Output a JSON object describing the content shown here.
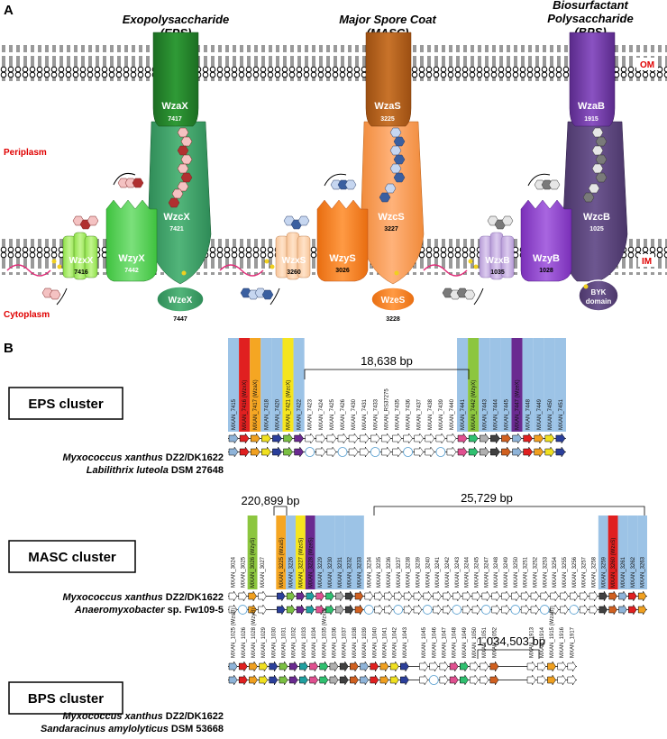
{
  "panelA": {
    "letter": "A",
    "headers": {
      "eps": {
        "line1": "Exopolysaccharide",
        "line2": "(EPS)"
      },
      "masc": {
        "line1": "Major Spore Coat",
        "line2": "(MASC)"
      },
      "bps": {
        "line1": "Biosurfactant",
        "line2": "Polysaccharide",
        "line3": "(BPS)"
      }
    },
    "membrane_labels": {
      "om": "OM",
      "im": "IM",
      "periplasm": "Periplasm",
      "cytoplasm": "Cytoplasm"
    },
    "colors": {
      "eps": "#1e8a2a",
      "masc": "#e8761c",
      "bps": "#6b3fa0",
      "red_label": "#e00000"
    },
    "eps": {
      "wza": {
        "name": "WzaX",
        "id": "7417"
      },
      "wzc": {
        "name": "WzcX",
        "id": "7421"
      },
      "wzy": {
        "name": "WzyX",
        "id": "7442"
      },
      "wzx": {
        "name": "WzxX",
        "id": "7416"
      },
      "wze": {
        "name": "WzeX",
        "id": "7447"
      }
    },
    "masc": {
      "wza": {
        "name": "WzaS",
        "id": "3225"
      },
      "wzc": {
        "name": "WzcS",
        "id": "3227"
      },
      "wzy": {
        "name": "WzyS",
        "id": "3026"
      },
      "wzx": {
        "name": "WzxS",
        "id": "3260"
      },
      "wze": {
        "name": "WzeS",
        "id": "3228"
      }
    },
    "bps": {
      "wza": {
        "name": "WzaB",
        "id": "1915"
      },
      "wzc": {
        "name": "WzcB",
        "id": "1025"
      },
      "wzy": {
        "name": "WzyB",
        "id": "1028"
      },
      "wzx": {
        "name": "WzxB",
        "id": "1035"
      },
      "byk": {
        "line1": "BYK",
        "line2": "domain"
      }
    }
  },
  "panelB": {
    "letter": "B",
    "eps": {
      "title": "EPS cluster",
      "gap_label": "18,638 bp",
      "genes": [
        "MXAN_7415",
        "MXAN_7416 (WzxX)",
        "MXAN_7417 (WzaX)",
        "MXAN_7418",
        "MXAN_7420",
        "MXAN_7421 (WzcX)",
        "MXAN_7422",
        "MXAN_7423",
        "MXAN_7424",
        "MXAN_7425",
        "MXAN_7426",
        "MXAN_7430",
        "MXAN_7431",
        "MXAN_7433",
        "MXAN_RS37275",
        "MXAN_7435",
        "MXAN_7436",
        "MXAN_7437",
        "MXAN_7438",
        "MXAN_7439",
        "MXAN_7440",
        "MXAN_7441",
        "MXAN_7442 (WzyX)",
        "MXAN_7443",
        "MXAN_7444",
        "MXAN_7445",
        "MXAN_7447 (WzeX)",
        "MXAN_7448",
        "MXAN_7449",
        "MXAN_7450",
        "MXAN_7451"
      ],
      "organism1": {
        "species": "Myxococcus xanthus",
        "strain": "DZ2/DK1622"
      },
      "organism2": {
        "species": "Labilithrix luteola",
        "strain": "DSM 27648"
      }
    },
    "masc": {
      "title": "MASC cluster",
      "gap_label_1": "220,899 bp",
      "gap_label_2": "25,729 bp",
      "genes": [
        "MXAN_3024",
        "MXAN_3025",
        "MXAN_3026 (WzyS)",
        "MXAN_3027",
        "MXAN_3225 (WzaS)",
        "MXAN_3226",
        "MXAN_3227 (WzcS)",
        "MXAN_3228 (WzeS)",
        "MXAN_3229",
        "MXAN_3230",
        "MXAN_3231",
        "MXAN_3232",
        "MXAN_3233",
        "MXAN_3234",
        "MXAN_3235",
        "MXAN_3236",
        "MXAN_3237",
        "MXAN_3238",
        "MXAN_3239",
        "MXAN_3240",
        "MXAN_3241",
        "MXAN_3242",
        "MXAN_3243",
        "MXAN_3244",
        "MXAN_3245",
        "MXAN_3247",
        "MXAN_3248",
        "MXAN_3249",
        "MXAN_3250",
        "MXAN_3251",
        "MXAN_3252",
        "MXAN_3253",
        "MXAN_3254",
        "MXAN_3255",
        "MXAN_3256",
        "MXAN_3257",
        "MXAN_3258",
        "MXAN_3259",
        "MXAN_3260 (WzxS)",
        "MXAN_3261",
        "MXAN_3262",
        "MXAN_3263"
      ],
      "organism1": {
        "species": "Myxococcus xanthus",
        "strain": "DZ2/DK1622"
      },
      "organism2": {
        "species": "Anaeromyxobacter",
        "strain": "sp. Fw109-5"
      }
    },
    "bps": {
      "title": "BPS cluster",
      "gap_label": "1,034,503 bp",
      "genes": [
        "MXAN_1025 (WzcB)",
        "MXAN_1026",
        "MXAN_1028 (WzyB)",
        "MXAN_1029",
        "MXAN_1030",
        "MXAN_1031",
        "MXAN_1032",
        "MXAN_1033",
        "MXAN_1034",
        "MXAN_1035 (WzxB)",
        "MXAN_1036",
        "MXAN_1037",
        "MXAN_1038",
        "MXAN_1039",
        "MXAN_1040",
        "MXAN_1041",
        "MXAN_1042",
        "MXAN_1043",
        "MXAN_1045",
        "MXAN_1046",
        "MXAN_1047",
        "MXAN_1048",
        "MXAN_1049",
        "MXAN_1050",
        "MXAN_1051",
        "MXAN_1052",
        "MXAN_1913",
        "MXAN_1914",
        "MXAN_1915 (WzaB)",
        "MXAN_1916",
        "MXAN_1917"
      ],
      "organism1": {
        "species": "Myxococcus xanthus",
        "strain": "DZ2/DK1622"
      },
      "organism2": {
        "species": "Sandaracinus amylolyticus",
        "strain": "DSM 53668"
      }
    }
  }
}
